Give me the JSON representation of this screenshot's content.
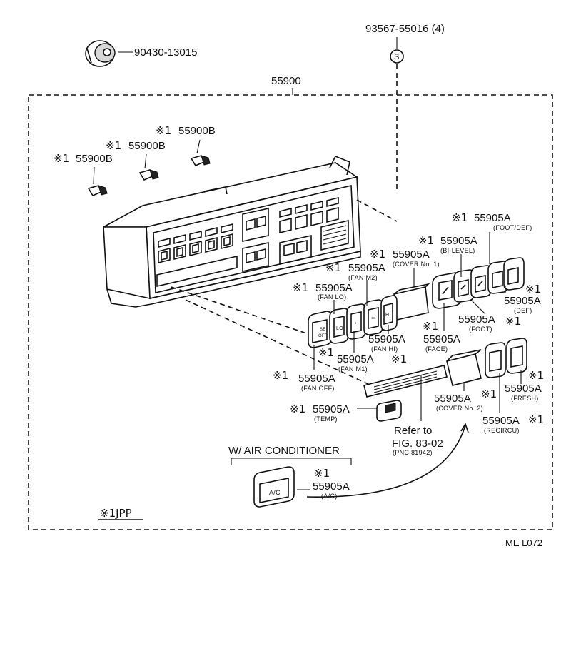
{
  "callouts": {
    "ref_code": "ME L072",
    "assembly": "55900",
    "clip": "90430-13015",
    "screw": "93567-55016 (4)",
    "screw_symbol": "S",
    "bulb": "55900B",
    "knob": "55905A",
    "note_mark": "※1",
    "jpp": "※1JPP",
    "ac_group": "W/ AIR CONDITIONER",
    "refer_line1": "Refer to",
    "refer_line2": "FIG. 83-02",
    "refer_line3": "(PNC 81942)",
    "names": {
      "foot_def": "(FOOT/DEF)",
      "bi_level": "(BI-LEVEL)",
      "cover1": "(COVER No. 1)",
      "fan_m2": "(FAN M2)",
      "fan_lo": "(FAN LO)",
      "def": "(DEF)",
      "foot": "(FOOT)",
      "face": "(FACE)",
      "fan_hi": "(FAN HI)",
      "fan_m1": "(FAN M1)",
      "fan_off": "(FAN OFF)",
      "temp": "(TEMP)",
      "cover2": "(COVER No. 2)",
      "fresh": "(FRESH)",
      "recircu": "(RECIRCU)",
      "ac": "(A/C)"
    },
    "button_faces": {
      "off1": "SE",
      "off2": "OFF",
      "lo": "LO",
      "m1": "•",
      "m2": "••",
      "hi": "HI",
      "ac": "A/C"
    }
  }
}
